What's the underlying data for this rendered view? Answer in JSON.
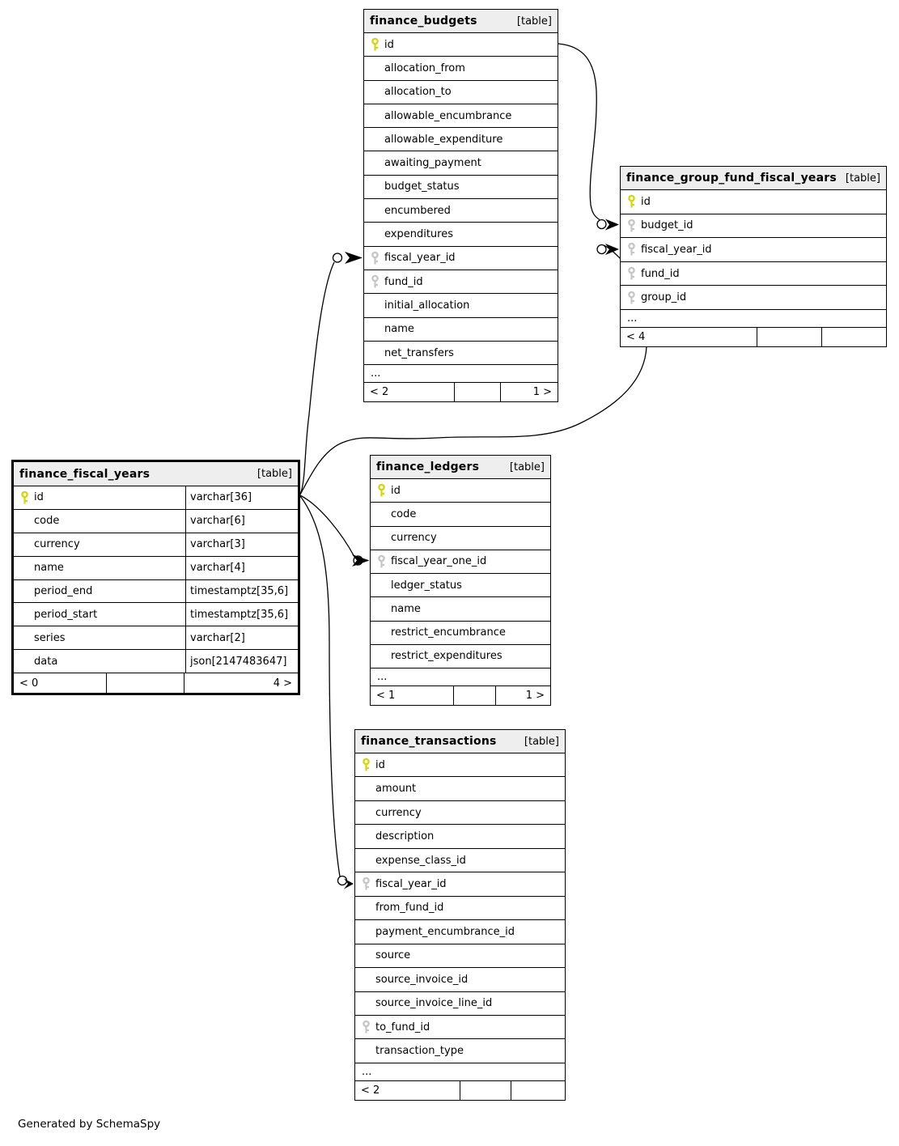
{
  "generator_note": "Generated by SchemaSpy",
  "colors": {
    "header_bg": "#eeeeee",
    "primary_key_icon": "#d2d511",
    "foreign_key_icon": "#c6c6c6",
    "border_and_lines": "#000000"
  },
  "tables": {
    "budgets": {
      "name": "finance_budgets",
      "tag": "[table]",
      "cols": [
        {
          "n": "id",
          "key": "primary"
        },
        {
          "n": "allocation_from"
        },
        {
          "n": "allocation_to"
        },
        {
          "n": "allowable_encumbrance"
        },
        {
          "n": "allowable_expenditure"
        },
        {
          "n": "awaiting_payment"
        },
        {
          "n": "budget_status"
        },
        {
          "n": "encumbered"
        },
        {
          "n": "expenditures"
        },
        {
          "n": "fiscal_year_id",
          "key": "foreign"
        },
        {
          "n": "fund_id",
          "key": "foreign"
        },
        {
          "n": "initial_allocation"
        },
        {
          "n": "name"
        },
        {
          "n": "net_transfers"
        }
      ],
      "more": "...",
      "footer": {
        "left": "< 2",
        "mid": "",
        "right": "1 >"
      }
    },
    "group_fund": {
      "name": "finance_group_fund_fiscal_years",
      "tag": "[table]",
      "cols": [
        {
          "n": "id",
          "key": "primary"
        },
        {
          "n": "budget_id",
          "key": "foreign"
        },
        {
          "n": "fiscal_year_id",
          "key": "foreign"
        },
        {
          "n": "fund_id",
          "key": "foreign"
        },
        {
          "n": "group_id",
          "key": "foreign"
        }
      ],
      "more": "...",
      "footer": {
        "left": "< 4",
        "mid": "",
        "right": ""
      }
    },
    "fiscal_years": {
      "name": "finance_fiscal_years",
      "tag": "[table]",
      "cols": [
        {
          "n": "id",
          "t": "varchar[36]",
          "key": "primary"
        },
        {
          "n": "code",
          "t": "varchar[6]"
        },
        {
          "n": "currency",
          "t": "varchar[3]"
        },
        {
          "n": "name",
          "t": "varchar[4]"
        },
        {
          "n": "period_end",
          "t": "timestamptz[35,6]"
        },
        {
          "n": "period_start",
          "t": "timestamptz[35,6]"
        },
        {
          "n": "series",
          "t": "varchar[2]"
        },
        {
          "n": "data",
          "t": "json[2147483647]"
        }
      ],
      "footer": {
        "left": "< 0",
        "mid": "",
        "right": "4 >"
      }
    },
    "ledgers": {
      "name": "finance_ledgers",
      "tag": "[table]",
      "cols": [
        {
          "n": "id",
          "key": "primary"
        },
        {
          "n": "code"
        },
        {
          "n": "currency"
        },
        {
          "n": "fiscal_year_one_id",
          "key": "foreign"
        },
        {
          "n": "ledger_status"
        },
        {
          "n": "name"
        },
        {
          "n": "restrict_encumbrance"
        },
        {
          "n": "restrict_expenditures"
        }
      ],
      "more": "...",
      "footer": {
        "left": "< 1",
        "mid": "",
        "right": "1 >"
      }
    },
    "transactions": {
      "name": "finance_transactions",
      "tag": "[table]",
      "cols": [
        {
          "n": "id",
          "key": "primary"
        },
        {
          "n": "amount"
        },
        {
          "n": "currency"
        },
        {
          "n": "description"
        },
        {
          "n": "expense_class_id"
        },
        {
          "n": "fiscal_year_id",
          "key": "foreign"
        },
        {
          "n": "from_fund_id"
        },
        {
          "n": "payment_encumbrance_id"
        },
        {
          "n": "source"
        },
        {
          "n": "source_invoice_id"
        },
        {
          "n": "source_invoice_line_id"
        },
        {
          "n": "to_fund_id",
          "key": "foreign"
        },
        {
          "n": "transaction_type"
        }
      ],
      "more": "...",
      "footer": {
        "left": "< 2",
        "mid": "",
        "right": ""
      }
    }
  },
  "relationships": [
    {
      "from": "finance_fiscal_years.id",
      "to": "finance_budgets.fiscal_year_id"
    },
    {
      "from": "finance_fiscal_years.id",
      "to": "finance_group_fund_fiscal_years.fiscal_year_id"
    },
    {
      "from": "finance_fiscal_years.id",
      "to": "finance_ledgers.fiscal_year_one_id"
    },
    {
      "from": "finance_fiscal_years.id",
      "to": "finance_transactions.fiscal_year_id"
    },
    {
      "from": "finance_budgets.id",
      "to": "finance_group_fund_fiscal_years.budget_id"
    }
  ]
}
